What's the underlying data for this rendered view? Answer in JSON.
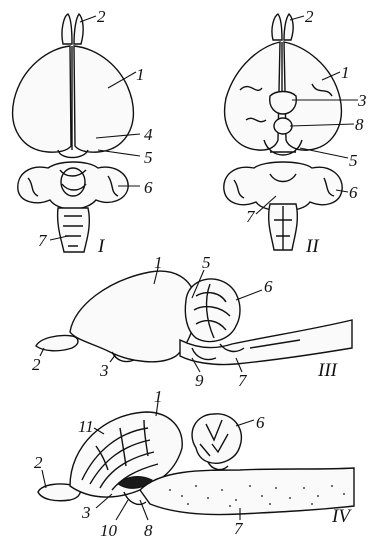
{
  "views": [
    {
      "id": "I",
      "numeral": "I",
      "labels": [
        "2",
        "1",
        "4",
        "5",
        "6",
        "7"
      ]
    },
    {
      "id": "II",
      "numeral": "II",
      "labels": [
        "2",
        "1",
        "3",
        "8",
        "5",
        "6",
        "7"
      ]
    },
    {
      "id": "III",
      "numeral": "III",
      "labels": [
        "1",
        "5",
        "6",
        "2",
        "3",
        "9",
        "7"
      ]
    },
    {
      "id": "IV",
      "numeral": "IV",
      "labels": [
        "11",
        "1",
        "6",
        "2",
        "3",
        "10",
        "8",
        "7"
      ]
    }
  ]
}
